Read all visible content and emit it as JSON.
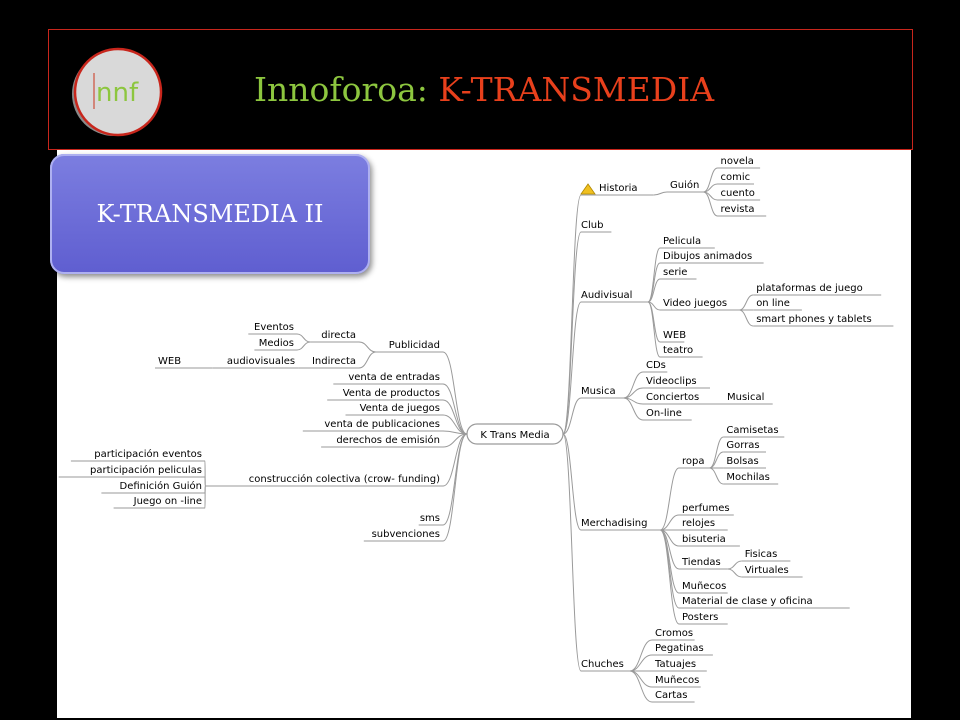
{
  "header": {
    "logo_text": "nnf",
    "title_prefix": "Innoforoa: ",
    "title_main": "K-TRANSMEDIA"
  },
  "subtitle": "K-TRANSMEDIA II",
  "colors": {
    "background": "#000000",
    "header_border": "#c8261c",
    "title_green": "#8dc63f",
    "title_red": "#e8401c",
    "subtitle_box": "#6a6ad8",
    "logo_ring": "#c8261c",
    "logo_fill": "#d4d4d4",
    "warning": "#f0c020"
  },
  "mindmap": {
    "root": "K Trans Media",
    "right": [
      {
        "label": "Historia",
        "icon": "warning-icon",
        "children": [
          {
            "label": "Guión",
            "children": [
              {
                "label": "novela"
              },
              {
                "label": "comic"
              },
              {
                "label": "cuento"
              },
              {
                "label": "revista"
              }
            ]
          }
        ]
      },
      {
        "label": "Club"
      },
      {
        "label": "Audivisual",
        "children": [
          {
            "label": "Pelicula"
          },
          {
            "label": "Dibujos animados"
          },
          {
            "label": "serie"
          },
          {
            "label": "Video juegos",
            "children": [
              {
                "label": "plataformas de juego"
              },
              {
                "label": "on line"
              },
              {
                "label": "smart phones y tablets"
              }
            ]
          },
          {
            "label": "WEB"
          },
          {
            "label": "teatro"
          }
        ]
      },
      {
        "label": "Musica",
        "children": [
          {
            "label": "CDs"
          },
          {
            "label": "Videoclips"
          },
          {
            "label": "Conciertos",
            "children": [
              {
                "label": "Musical"
              }
            ]
          },
          {
            "label": "On-line"
          }
        ]
      },
      {
        "label": "Merchadising",
        "children": [
          {
            "label": "ropa",
            "children": [
              {
                "label": "Camisetas"
              },
              {
                "label": "Gorras"
              },
              {
                "label": "Bolsas"
              },
              {
                "label": "Mochilas"
              }
            ]
          },
          {
            "label": "perfumes"
          },
          {
            "label": "relojes"
          },
          {
            "label": "bisuteria"
          },
          {
            "label": "Tiendas",
            "children": [
              {
                "label": "Fisicas"
              },
              {
                "label": "Virtuales"
              }
            ]
          },
          {
            "label": "Muñecos"
          },
          {
            "label": "Material de clase y oficina"
          },
          {
            "label": "Posters"
          }
        ]
      },
      {
        "label": "Chuches",
        "children": [
          {
            "label": "Cromos"
          },
          {
            "label": "Pegatinas"
          },
          {
            "label": "Tatuajes"
          },
          {
            "label": "Muñecos"
          },
          {
            "label": "Cartas"
          }
        ]
      }
    ],
    "left": [
      {
        "label": "Publicidad",
        "children": [
          {
            "label": "directa",
            "children": [
              {
                "label": "Eventos"
              },
              {
                "label": "Medios"
              }
            ]
          },
          {
            "label": "Indirecta",
            "children": [
              {
                "label": "audiovisuales",
                "children": [
                  {
                    "label": "WEB"
                  }
                ]
              }
            ]
          }
        ]
      },
      {
        "label": "venta de entradas"
      },
      {
        "label": "Venta de productos"
      },
      {
        "label": "Venta de juegos"
      },
      {
        "label": "venta de publicaciones"
      },
      {
        "label": "derechos de emisión"
      },
      {
        "label": "construcción colectiva (crow- funding)",
        "children": [
          {
            "label": "participación eventos"
          },
          {
            "label": "participación peliculas"
          },
          {
            "label": "Definición Guión"
          },
          {
            "label": "Juego on -line"
          }
        ]
      },
      {
        "label": "sms"
      },
      {
        "label": "subvenciones"
      }
    ]
  }
}
